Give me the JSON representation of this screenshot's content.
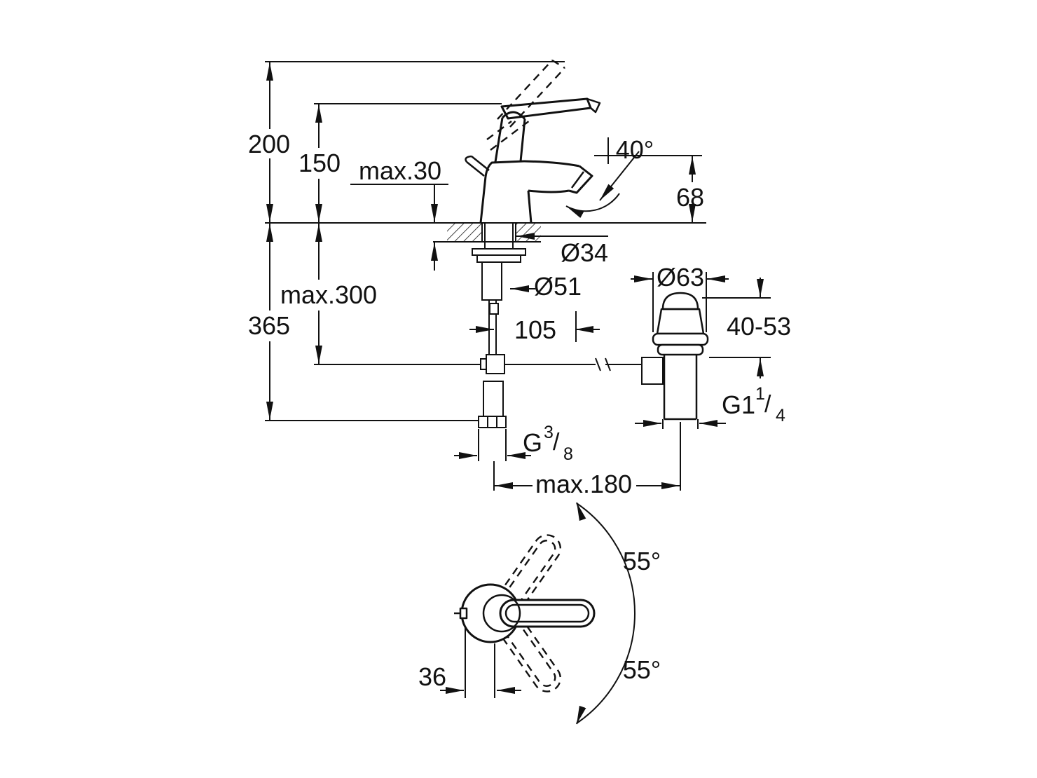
{
  "colors": {
    "line": "#111111",
    "background": "#ffffff"
  },
  "labels": {
    "overall_height": "200",
    "height_to_lever": "150",
    "max_deck_thickness": "max.30",
    "spout_angle": "40°",
    "spout_outlet_height": "68",
    "mounting_hole_diameter": "Ø34",
    "base_diameter": "Ø51",
    "max_hose_drop": "max.300",
    "total_drop": "365",
    "spout_reach": "105",
    "waste_flange_diameter": "Ø63",
    "waste_adjust_range": "40-53",
    "waste_thread": {
      "base": "G1",
      "numerator": "1",
      "slash": "/",
      "denominator": "4"
    },
    "supply_thread": {
      "base": "G",
      "numerator": "3",
      "slash": "/",
      "denominator": "8"
    },
    "max_rod_reach": "max.180",
    "handle_swing_up": "55°",
    "handle_swing_down": "55°",
    "handle_offset": "36"
  }
}
